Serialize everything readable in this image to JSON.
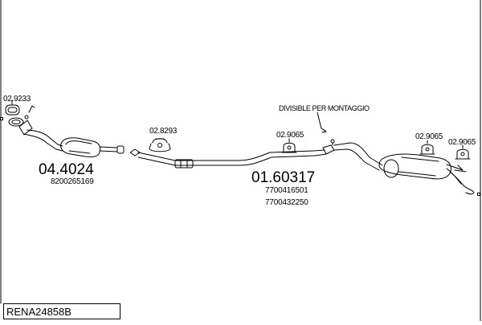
{
  "diagram_code": "RENA24858B",
  "note": "DIVISIBLE PER MONTAGGIO",
  "parts": {
    "catalyst_ref": "04.4024",
    "catalyst_oem": "8200265169",
    "gasket_ref": "02.9233",
    "middle_ref": "01.60317",
    "middle_oem_1": "7700416501",
    "middle_oem_2": "7700432250",
    "clamp_ref": "02.8293",
    "mount_ref_1": "02.9065",
    "mount_ref_2": "02.9065",
    "mount_ref_3": "02.9065"
  },
  "colors": {
    "stroke": "#000000",
    "background": "#ffffff"
  }
}
